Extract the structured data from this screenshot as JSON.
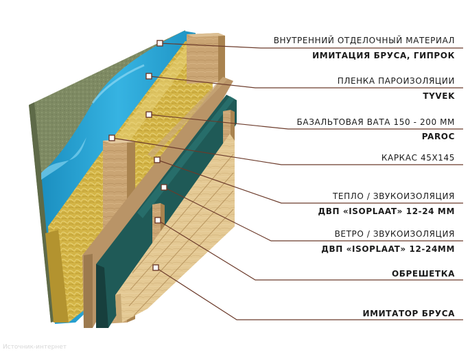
{
  "labels": [
    {
      "main": "ВНУТРЕННИЙ ОТДЕЛОЧНЫЙ МАТЕРИАЛ",
      "sub": "ИМИТАЦИЯ БРУСА, ГИПРОК"
    },
    {
      "main": "ПЛЕНКА ПАРОИЗОЛЯЦИИ",
      "sub": "TYVEK"
    },
    {
      "main": "БАЗАЛЬТОВАЯ ВАТА 150 - 200 ММ",
      "sub": "PAROC"
    },
    {
      "main": "КАРКАС 45Х145",
      "sub": ""
    },
    {
      "main": "ТЕПЛО / ЗВУКОИЗОЛЯЦИЯ",
      "sub": "ДВП «ISOPLAAT» 12-24 ММ"
    },
    {
      "main": "ВЕТРО / ЗВУКОИЗОЛЯЦИЯ",
      "sub": "ДВП «ISOPLAAT» 12-24ММ"
    },
    {
      "main": "ОБРЕШЕТКА",
      "sub": ""
    },
    {
      "main": "ИМИТАТОР БРУСА",
      "sub": ""
    }
  ],
  "watermark": "Источник-интернет",
  "colors": {
    "drywall": "#7e8a63",
    "membrane": "#2aa6d6",
    "insulation": "#d6ba4a",
    "wood": "#c9a477",
    "wind_board": "#1f5a57",
    "cladding": "#e3c992",
    "leader": "#6b3a2a"
  }
}
